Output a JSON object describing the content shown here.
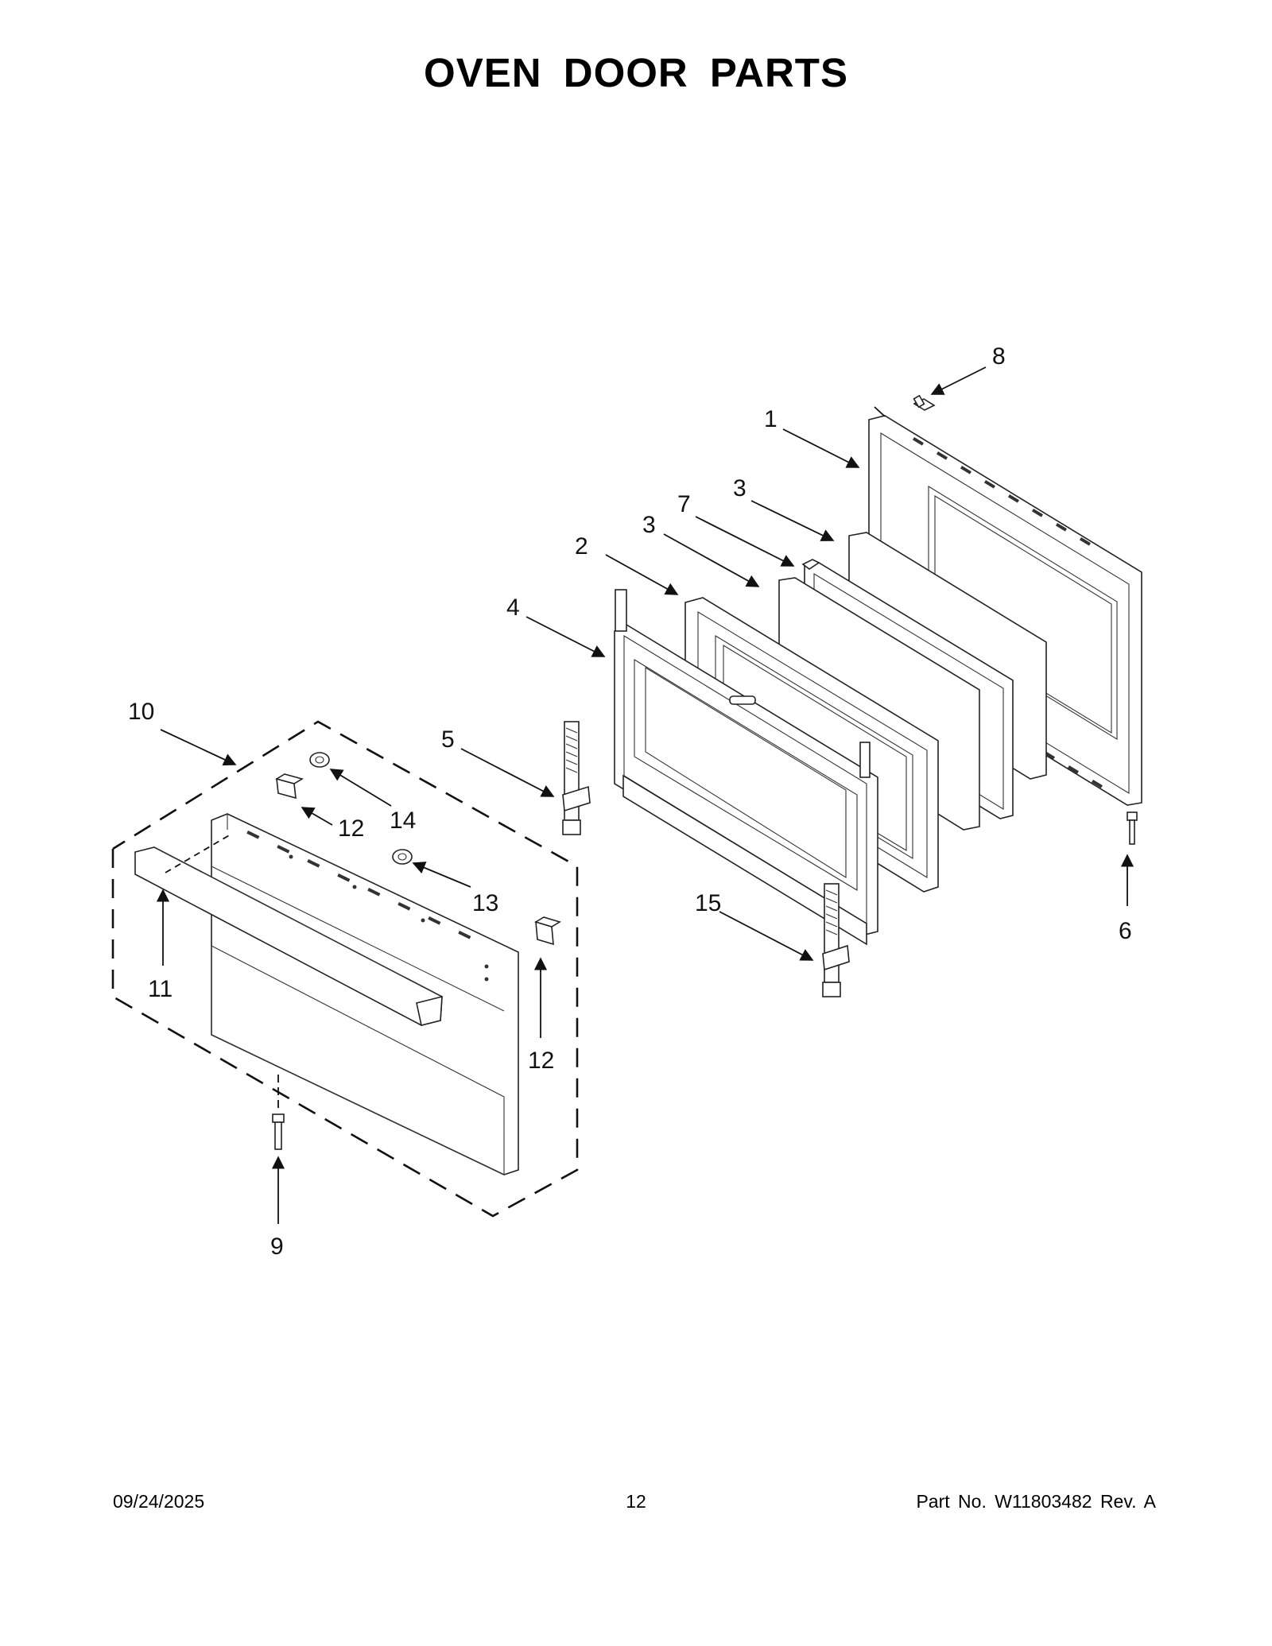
{
  "page": {
    "title": "OVEN DOOR PARTS",
    "footer": {
      "date": "09/24/2025",
      "page_number": "12",
      "part_number": "Part No.  W11803482  Rev.  A"
    }
  },
  "callouts": [
    {
      "id": "c1",
      "label": "1"
    },
    {
      "id": "c2",
      "label": "2"
    },
    {
      "id": "c3a",
      "label": "3"
    },
    {
      "id": "c3b",
      "label": "3"
    },
    {
      "id": "c4",
      "label": "4"
    },
    {
      "id": "c5",
      "label": "5"
    },
    {
      "id": "c6",
      "label": "6"
    },
    {
      "id": "c7",
      "label": "7"
    },
    {
      "id": "c8",
      "label": "8"
    },
    {
      "id": "c9",
      "label": "9"
    },
    {
      "id": "c10",
      "label": "10"
    },
    {
      "id": "c11",
      "label": "11"
    },
    {
      "id": "c12a",
      "label": "12"
    },
    {
      "id": "c12b",
      "label": "12"
    },
    {
      "id": "c13",
      "label": "13"
    },
    {
      "id": "c14",
      "label": "14"
    },
    {
      "id": "c15",
      "label": "15"
    }
  ]
}
